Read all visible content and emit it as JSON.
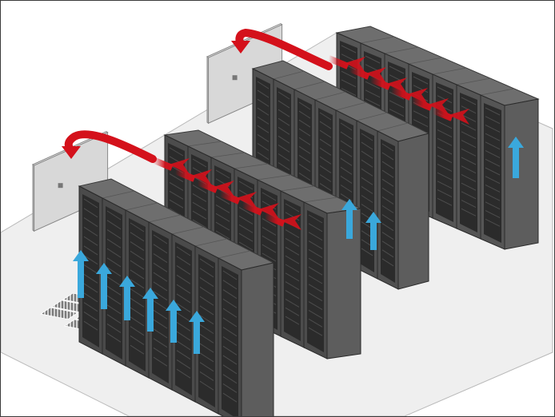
{
  "diagram": {
    "subject": "",
    "colors": {
      "floor": "#efefef",
      "floor_edge": "#b9b9b9",
      "rack_front": "#4a4a4a",
      "rack_side": "#5d5d5d",
      "rack_top": "#6e6e6e",
      "rack_slot": "#2b2b2b",
      "crac_body": "#d8d8d8",
      "crac_top": "#eeeeee",
      "hot_air": "#d4111b",
      "cold_air": "#3aa8dc",
      "tile": "#8a8a8a"
    },
    "icons": {
      "hot_air": "red-curved-arrow-icon",
      "cold_air": "blue-up-arrow-icon",
      "crac": "cooling-unit-icon",
      "rack": "server-rack-icon",
      "tile": "perforated-floor-tile-icon"
    },
    "rows": [
      {
        "id": "row-1",
        "racks": 7
      },
      {
        "id": "row-2",
        "racks": 7
      },
      {
        "id": "row-3",
        "racks": 7
      },
      {
        "id": "row-4",
        "racks": 7
      }
    ],
    "crac_units": [
      {
        "id": "crac-left"
      },
      {
        "id": "crac-right"
      }
    ],
    "hot_air_flows": 2,
    "cold_air_arrows": 9
  }
}
